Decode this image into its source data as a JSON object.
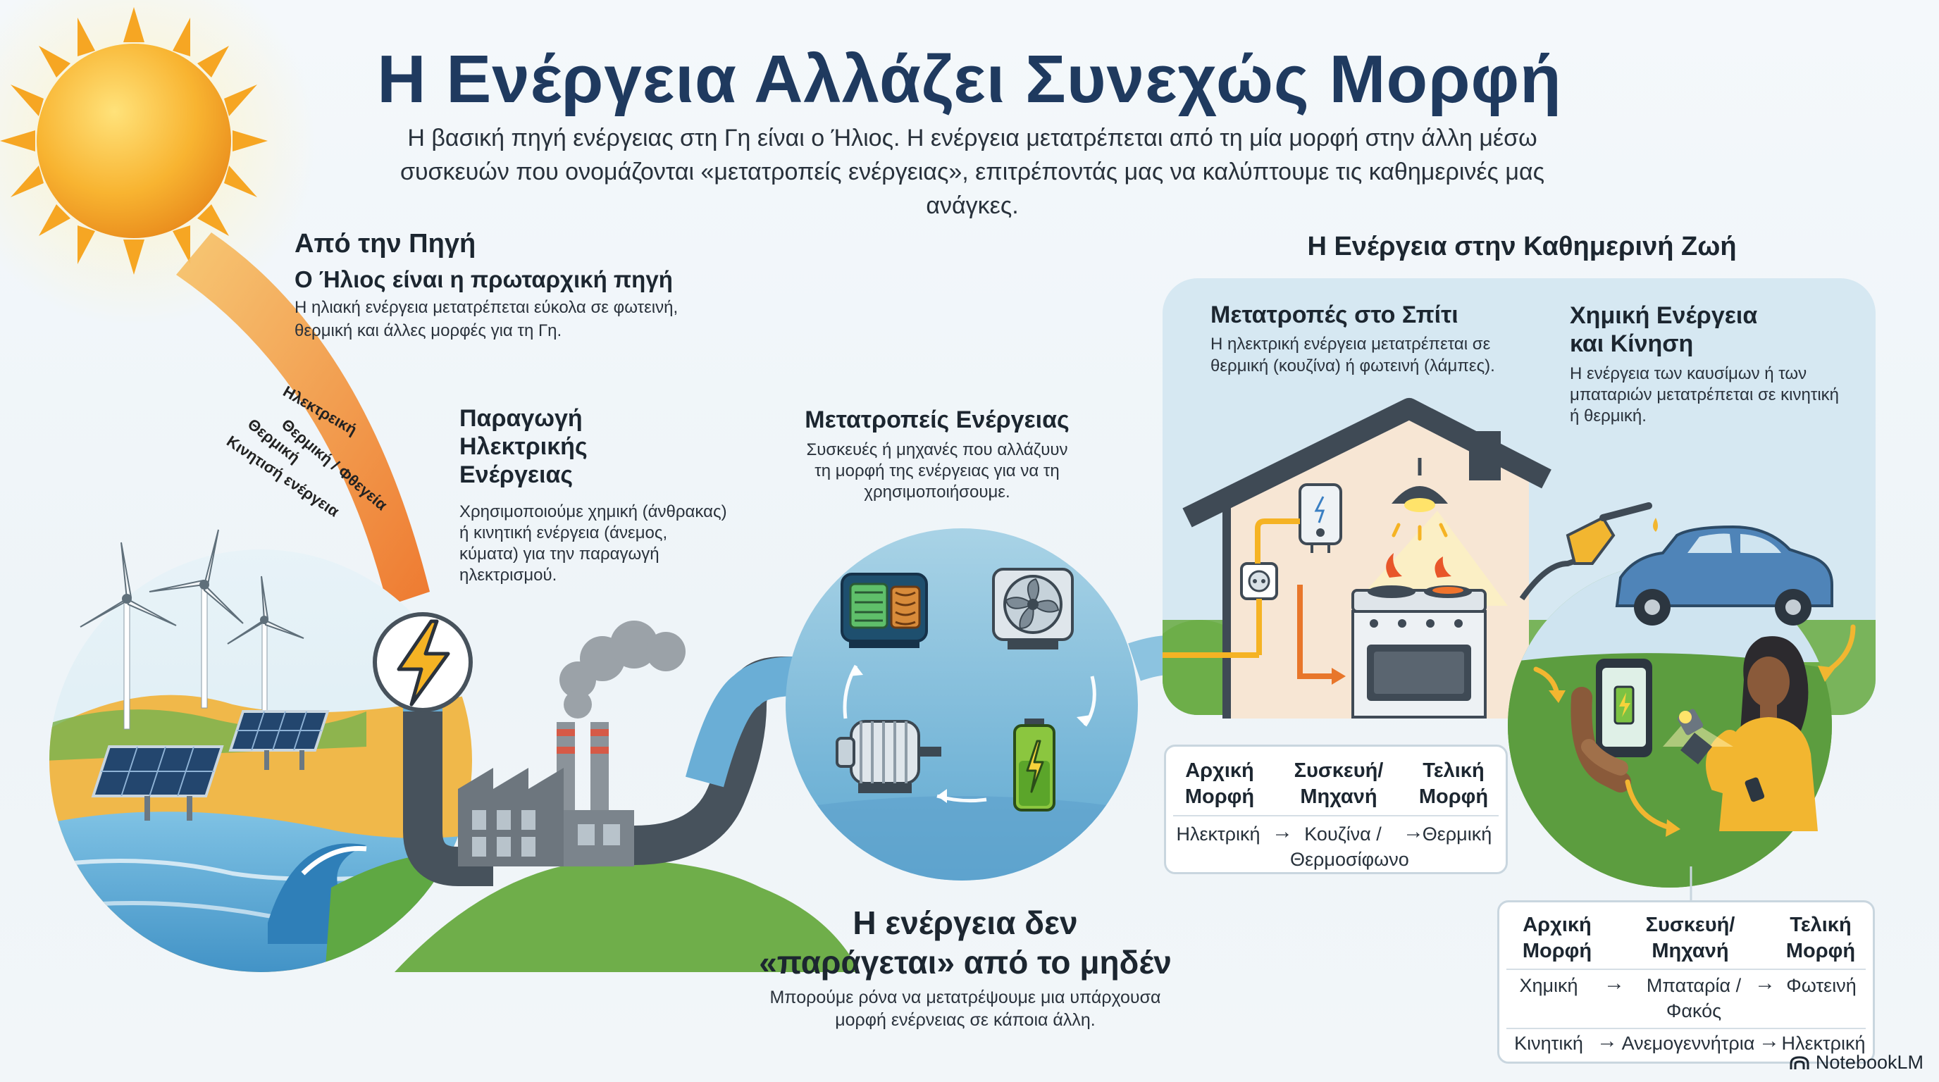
{
  "header": {
    "title": "Η Ενέργεια Αλλάζει Συνεχώς Μορφή",
    "subtitle_line1": "Η βασική πηγή ενέργειας στη Γη είναι ο Ήλιος. Η ενέργεια μετατρέπεται από τη μία μορφή στην άλλη μέσω",
    "subtitle_line2": "συσκευών που ονομάζονται «μετατροπείς ενέργειας», επιτρέποντάς μας να καλύπτουμε τις καθημερινές μας ανάγκες."
  },
  "source": {
    "heading": "Από την Πηγή",
    "subheading": "Ο Ήλιος είναι η πρωταρχική πηγή",
    "text_line1": "Η ηλιακή ενέργεια μετατρέπεται εύκολα σε φωτεινή,",
    "text_line2": "θερμική και άλλες μορφές για τη Γη.",
    "beam_labels": [
      "Ηλεκτρεική",
      "Θερμική / Φθεγεία",
      "Θερμική",
      "Κινητισή ενέργεια"
    ]
  },
  "production": {
    "heading_line1": "Παραγωγή",
    "heading_line2": "Ηλεκτρικής",
    "heading_line3": "Ενέργειας",
    "text_line1": "Χρησιμοποιούμε χημική (άνθρακας)",
    "text_line2": "ή κινητική ενέργεια (άνεμος,",
    "text_line3": "κύματα) για την παραγωγή",
    "text_line4": "ηλεκτρισμού."
  },
  "converters": {
    "heading": "Μετατροπείς Ενέργειας",
    "text_line1": "Συσκευές ή μηχανές που αλλάζυυν",
    "text_line2": "τη μορφή της ενέργειας για να τη",
    "text_line3": "χρησιμοποιήσουμε."
  },
  "not_created": {
    "heading_line1": "Η ενέργεια δεν",
    "heading_line2": "«παράγεται» από το μηδέν",
    "text_line1": "Μπορούμε ρόνα να μετατρέψουμε μια υπάρχουσα",
    "text_line2": "μορφή ενέρνειας σε κάποια άλλη."
  },
  "daily_life": {
    "heading": "Η Ενέργεια στην Καθημερινή Ζωή",
    "home": {
      "heading": "Μετατροπές στο Σπίτι",
      "text_line1": "Η ηλεκτρική ενέργεια μετατρέπεται σε",
      "text_line2": "θερμική (κουζίνα) ή φωτεινή (λάμπες)."
    },
    "chemical": {
      "heading_line1": "Χημική Ενέργεια",
      "heading_line2": "και Κίνηση",
      "text_line1": "Η ενέργεια των καυσίμων ή των",
      "text_line2": "μπαταριών μετατρέπεται σε κινητική",
      "text_line3": "ή θερμική."
    }
  },
  "table_home": {
    "col1_line1": "Αρχική",
    "col1_line2": "Μορφή",
    "col2_line1": "Συσκευή/",
    "col2_line2": "Μηχανή",
    "col3_line1": "Τελική",
    "col3_line2": "Μορφή",
    "rows": [
      {
        "from": "Ηλεκτρική",
        "device_line1": "Κουζίνα /",
        "device_line2": "Θερμοσίφωνο",
        "to": "Θερμική"
      }
    ]
  },
  "table_other": {
    "col1_line1": "Αρχική",
    "col1_line2": "Μορφή",
    "col2_line1": "Συσκευή/",
    "col2_line2": "Μηχανή",
    "col3_line1": "Τελική",
    "col3_line2": "Μορφή",
    "rows": [
      {
        "from": "Χημική",
        "device_line1": "Μπαταρία /",
        "device_line2": "Φακός",
        "to": "Φωτεινή"
      },
      {
        "from": "Κινητική",
        "device_line1": "Ανεμογεννήτρια",
        "device_line2": "",
        "to": "Ηλεκτρική"
      }
    ]
  },
  "arrow_symbol": "→",
  "brand": "NotebookLM",
  "colors": {
    "title": "#1f3a5f",
    "sun": "#f6a623",
    "beam": "#f08a24",
    "pipe": "#4a5560",
    "water": "#5ba7d6",
    "grass": "#6fae4a",
    "house_panel": "#cfe4f0"
  },
  "icons": [
    "sun-icon",
    "lightning-icon",
    "wind-turbine-icon",
    "solar-panel-icon",
    "wave-icon",
    "factory-icon",
    "generator-icon",
    "fan-icon",
    "motor-icon",
    "battery-icon",
    "house-icon",
    "lamp-icon",
    "stove-icon",
    "water-heater-icon",
    "socket-icon",
    "fuel-nozzle-icon",
    "car-icon",
    "phone-icon",
    "flashlight-icon",
    "person-icon"
  ]
}
